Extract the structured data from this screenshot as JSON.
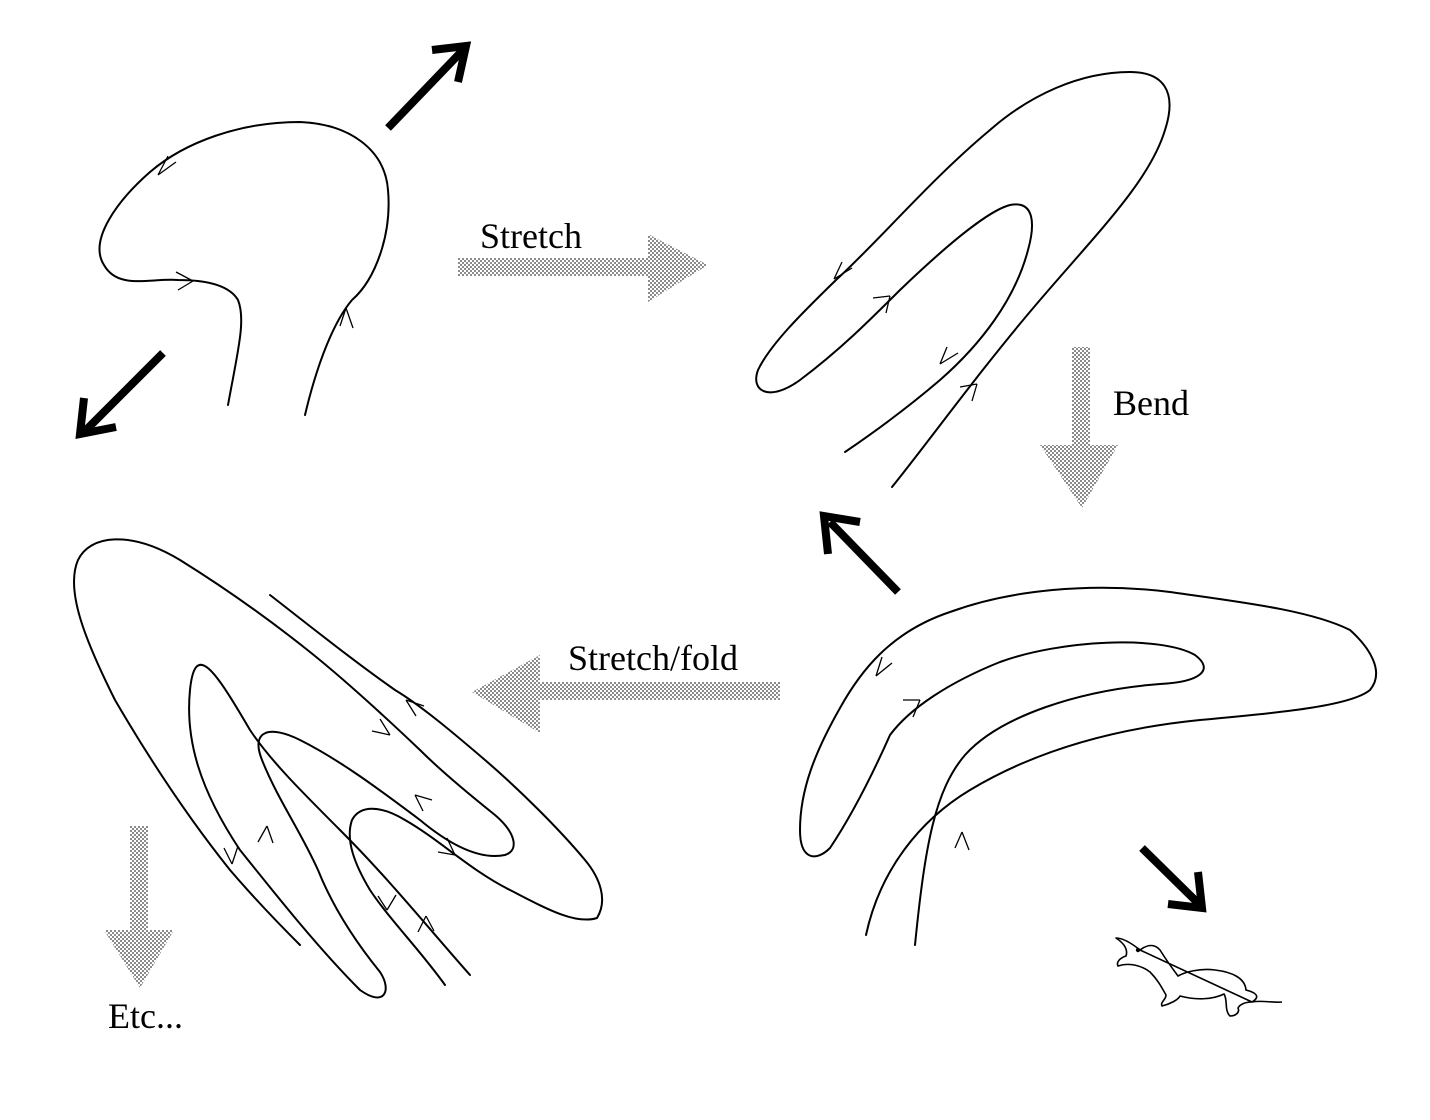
{
  "labels": {
    "stretch": "Stretch",
    "bend": "Bend",
    "stretch_fold": "Stretch/fold",
    "etc": "Etc..."
  },
  "colors": {
    "ink": "#000000",
    "dither": "#9a9a9a",
    "background": "#ffffff"
  }
}
